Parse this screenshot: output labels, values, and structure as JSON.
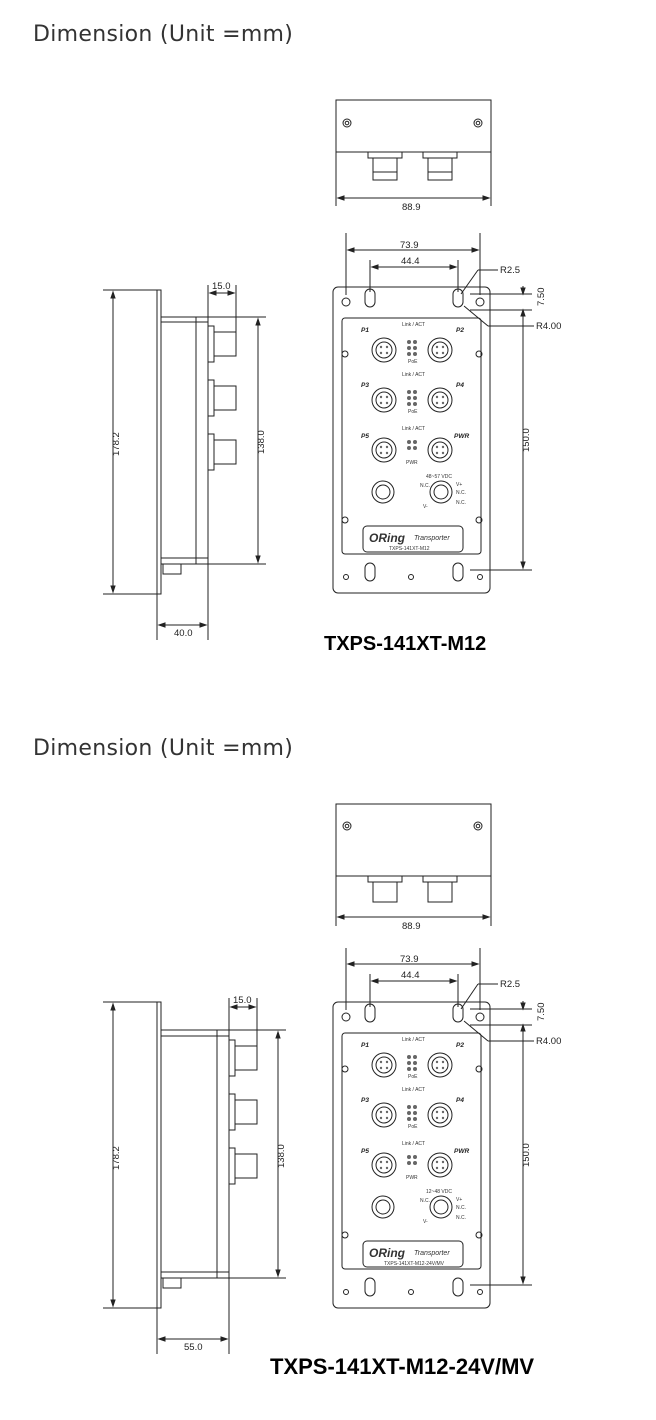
{
  "sections": [
    {
      "heading": "Dimension (Unit =mm)",
      "model": "TXPS-141XT-M12",
      "dims": {
        "top_width": "88.9",
        "hole_outer": "73.9",
        "hole_inner": "44.4",
        "radius_small": "R2.5",
        "radius_large": "R4.00",
        "top_offset": "7.50",
        "mount_height": "150.0",
        "total_height": "178.2",
        "body_height": "138.0",
        "connector_depth": "15.0",
        "depth": "40.0"
      }
    },
    {
      "heading": "Dimension (Unit =mm)",
      "model": "TXPS-141XT-M12-24V/MV",
      "dims": {
        "top_width": "88.9",
        "hole_outer": "73.9",
        "hole_inner": "44.4",
        "radius_small": "R2.5",
        "radius_large": "R4.00",
        "top_offset": "7.50",
        "mount_height": "150.0",
        "total_height": "178.2",
        "body_height": "138.0",
        "connector_depth": "15.0",
        "depth": "55.0"
      }
    }
  ],
  "panel": {
    "ports": [
      "P1",
      "P2",
      "P3",
      "P4",
      "P5",
      "PWR"
    ],
    "led_label": "Link / ACT",
    "poe_label": "PoE",
    "pwr_led": "PWR",
    "voltage_1": "48~57 VDC",
    "voltage_2": "12~48 VDC",
    "pin_labels": [
      "V+",
      "N.C.",
      "N.C.",
      "V-",
      "N.C."
    ],
    "brand": "ORing",
    "brand_sub": "Transporter",
    "plate_model_1": "TXPS-141XT-M12",
    "plate_model_2": "TXPS-141XT-M12-24V/MV"
  }
}
